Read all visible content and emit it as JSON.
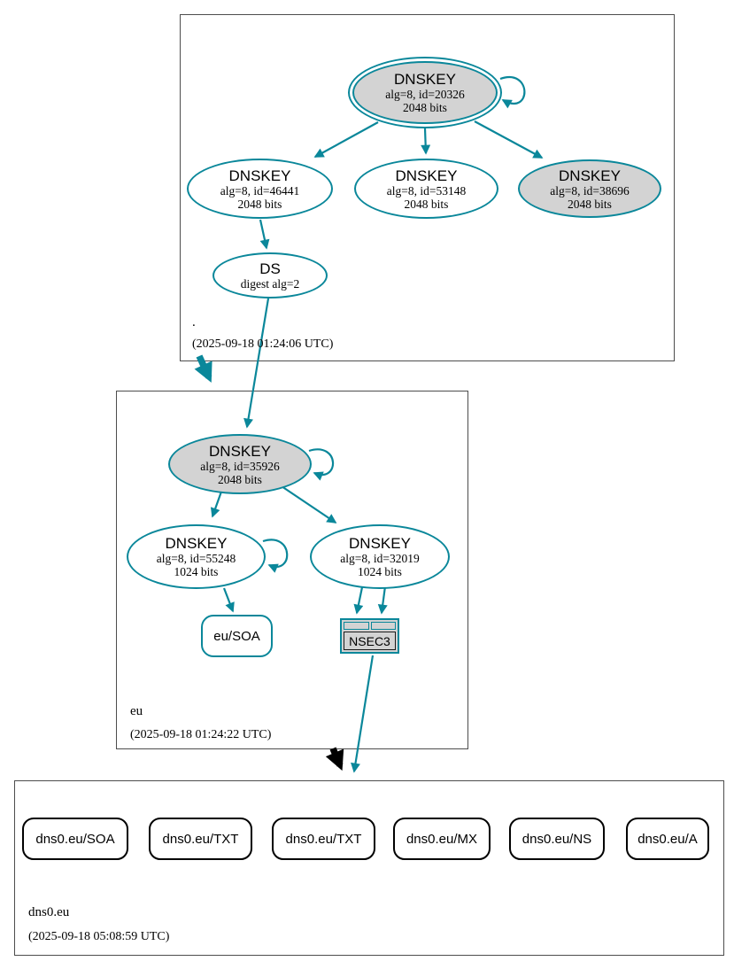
{
  "diagram": {
    "type": "dnssec-authentication-chain",
    "colors": {
      "secure_teal": "#0a879a",
      "node_gray_fill": "#d3d3d3",
      "insecure_black": "#000000"
    },
    "zones": [
      {
        "label": ".",
        "timestamp": "(2025-09-18 01:24:06 UTC)",
        "nodes": {
          "ksk": {
            "title": "DNSKEY",
            "detail1": "alg=8, id=20326",
            "detail2": "2048 bits"
          },
          "zsk1": {
            "title": "DNSKEY",
            "detail1": "alg=8, id=46441",
            "detail2": "2048 bits"
          },
          "zsk2": {
            "title": "DNSKEY",
            "detail1": "alg=8, id=53148",
            "detail2": "2048 bits"
          },
          "zsk3": {
            "title": "DNSKEY",
            "detail1": "alg=8, id=38696",
            "detail2": "2048 bits"
          },
          "ds": {
            "title": "DS",
            "detail1": "digest alg=2"
          }
        }
      },
      {
        "label": "eu",
        "timestamp": "(2025-09-18 01:24:22 UTC)",
        "nodes": {
          "ksk": {
            "title": "DNSKEY",
            "detail1": "alg=8, id=35926",
            "detail2": "2048 bits"
          },
          "zsk1": {
            "title": "DNSKEY",
            "detail1": "alg=8, id=55248",
            "detail2": "1024 bits"
          },
          "zsk2": {
            "title": "DNSKEY",
            "detail1": "alg=8, id=32019",
            "detail2": "1024 bits"
          },
          "soa": {
            "label": "eu/SOA"
          },
          "nsec3": {
            "label": "NSEC3"
          }
        }
      },
      {
        "label": "dns0.eu",
        "timestamp": "(2025-09-18 05:08:59 UTC)",
        "rrsets": [
          "dns0.eu/SOA",
          "dns0.eu/TXT",
          "dns0.eu/TXT",
          "dns0.eu/MX",
          "dns0.eu/NS",
          "dns0.eu/A"
        ]
      }
    ]
  }
}
